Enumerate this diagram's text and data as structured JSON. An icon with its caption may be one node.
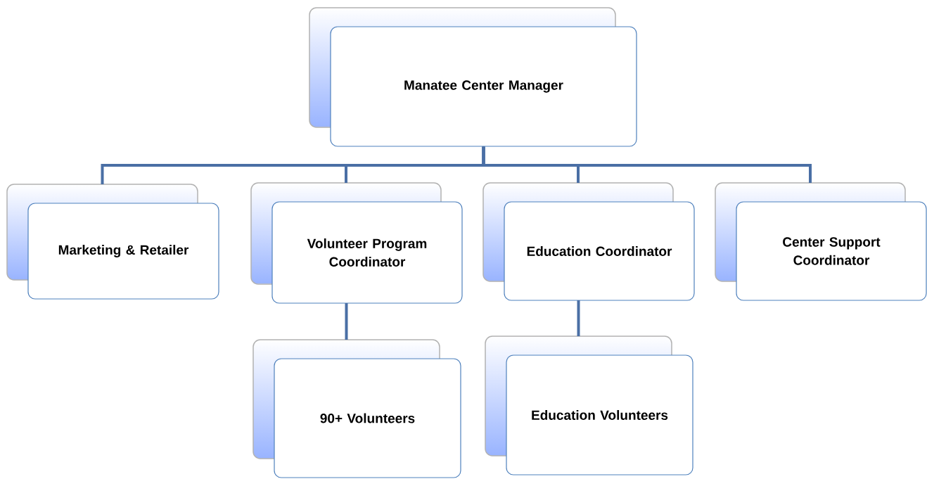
{
  "diagram": {
    "nodes": [
      {
        "text": [
          "Manatee Center Manager"
        ]
      },
      {
        "text": [
          "Marketing & Retailer"
        ]
      },
      {
        "text": [
          "Volunteer Program Coordinator"
        ]
      },
      {
        "text": [
          "Education Coordinator"
        ]
      },
      {
        "text": [
          "Center Support Coordinator"
        ]
      },
      {
        "text": [
          "90+ Volunteers"
        ]
      },
      {
        "text": [
          "Education Volunteers"
        ]
      }
    ],
    "edges": [
      {
        "from": 0,
        "to": 1,
        "arrow": "none"
      },
      {
        "from": 0,
        "to": 2,
        "arrow": "none"
      },
      {
        "from": 0,
        "to": 3,
        "arrow": "none"
      },
      {
        "from": 0,
        "to": 4,
        "arrow": "none"
      },
      {
        "from": 2,
        "to": 5,
        "arrow": "none"
      },
      {
        "from": 3,
        "to": 6,
        "arrow": "none"
      }
    ]
  }
}
